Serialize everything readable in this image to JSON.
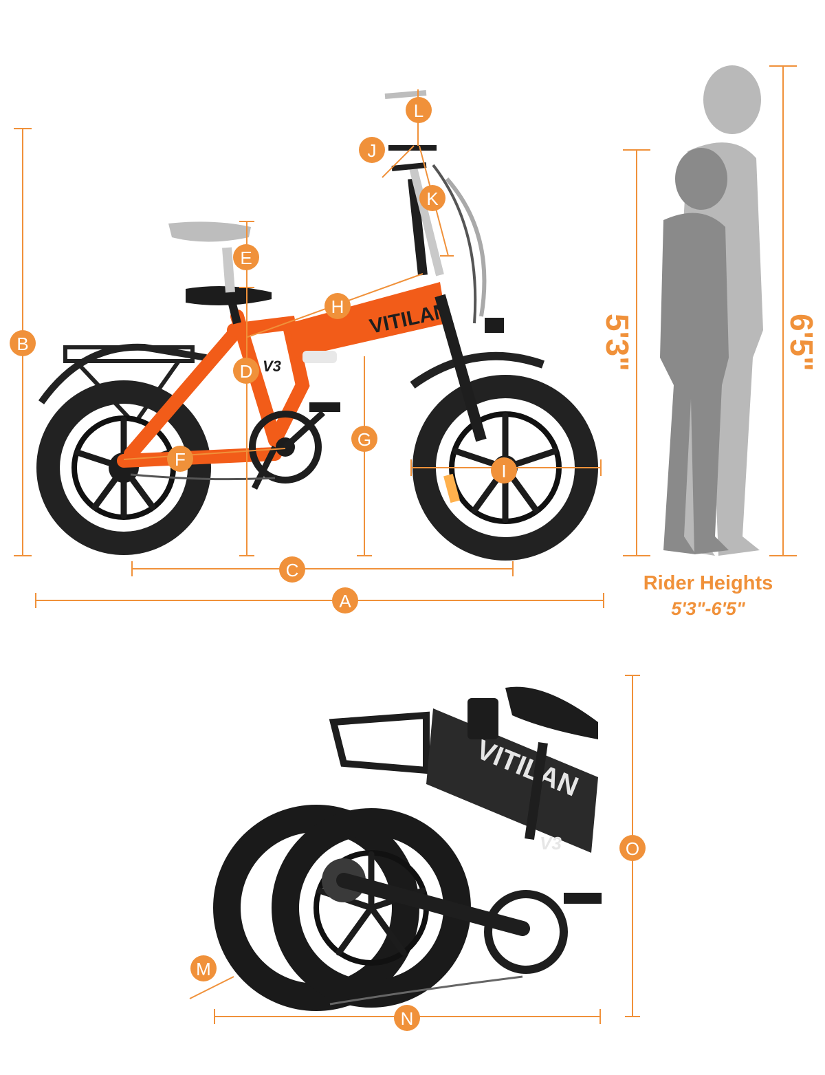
{
  "brand": "VITILAN",
  "model": "V3",
  "badges": {
    "A": "A",
    "B": "B",
    "C": "C",
    "D": "D",
    "E": "E",
    "F": "F",
    "G": "G",
    "H": "H",
    "I": "I",
    "J": "J",
    "K": "K",
    "L": "L",
    "M": "M",
    "N": "N",
    "O": "O"
  },
  "heights": {
    "short": "5'3\"",
    "tall": "6'5\""
  },
  "rider": {
    "title": "Rider Heights",
    "range": "5'3\"-6'5\""
  },
  "colors": {
    "accent": "#f0913a",
    "frame_orange": "#f25c19",
    "folded_bike": "#1e1e1e",
    "silhouette": "#b9b9b9"
  }
}
